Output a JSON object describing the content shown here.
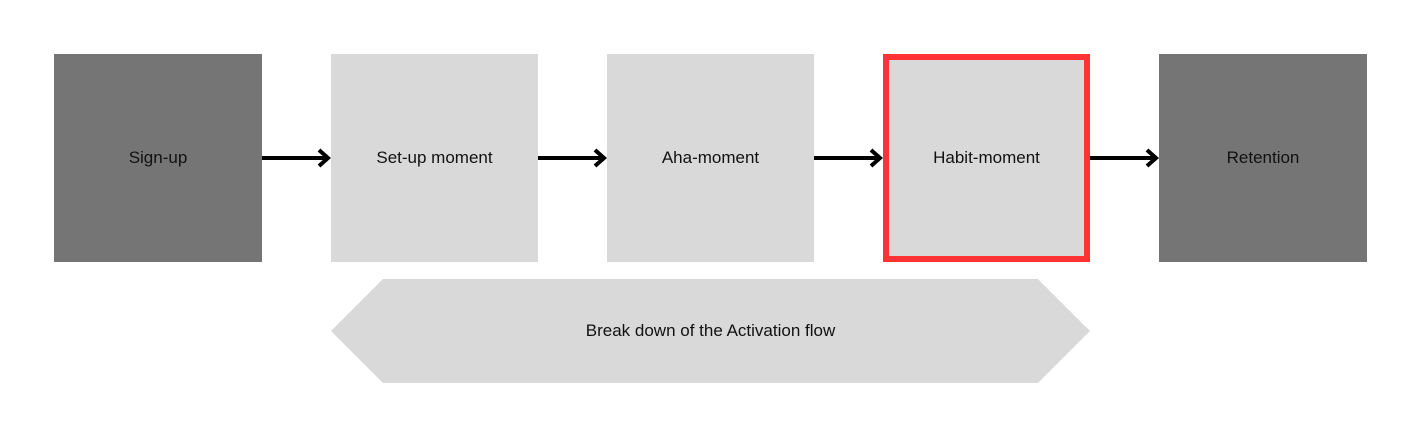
{
  "flow": {
    "steps": [
      {
        "label": "Sign-up",
        "style": "dark"
      },
      {
        "label": "Set-up moment",
        "style": "light"
      },
      {
        "label": "Aha-moment",
        "style": "light"
      },
      {
        "label": "Habit-moment",
        "style": "highlight"
      },
      {
        "label": "Retention",
        "style": "dark"
      }
    ],
    "banner_label": "Break down of the Activation flow"
  },
  "colors": {
    "dark_box": "#757575",
    "light_box": "#d9d9d9",
    "highlight_border": "#ff3333",
    "arrow": "#000000",
    "background": "#ffffff"
  }
}
